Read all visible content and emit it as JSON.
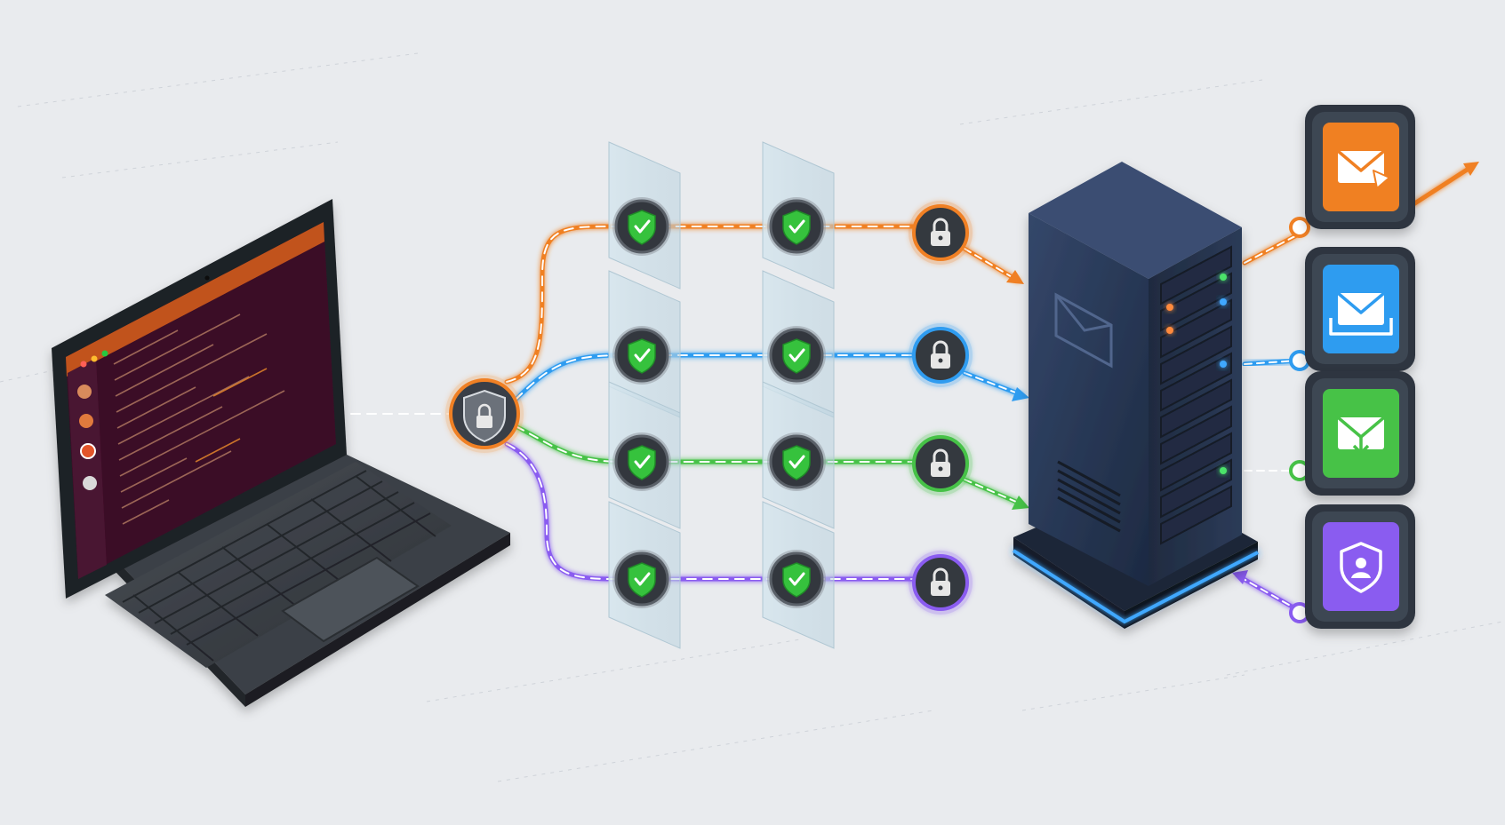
{
  "colors": {
    "background": "#e9ebee",
    "smtp_orange": "#f08024",
    "imap_blue": "#2f9cf0",
    "pop_green": "#46c247",
    "auth_purple": "#8a5cf0",
    "check_green": "#36c23d",
    "server_navy": "#26344f",
    "laptop_dark": "#2f3338",
    "terminal_bg": "#3a0f26",
    "terminal_titlebar": "#c1521f"
  },
  "laptop": {
    "screen": "ubuntu-terminal",
    "dock_icons": [
      "folder-icon",
      "files-icon",
      "ubuntu-icon",
      "app-icon"
    ]
  },
  "hub": {
    "icon": "shield-lock-icon"
  },
  "firewalls": {
    "layers": 2,
    "check_icon": "shield-check-icon"
  },
  "channels": [
    {
      "id": "orange",
      "lock_icon": "lock-icon",
      "service_icon": "mail-send-icon"
    },
    {
      "id": "blue",
      "lock_icon": "lock-icon",
      "service_icon": "mail-inbox-icon"
    },
    {
      "id": "green",
      "lock_icon": "lock-icon",
      "service_icon": "mail-download-icon"
    },
    {
      "id": "purple",
      "lock_icon": "lock-icon",
      "service_icon": "shield-user-icon"
    }
  ],
  "server": {
    "front_icon": "mail-envelope-icon",
    "status_leds": [
      "green",
      "orange",
      "orange",
      "blue",
      "green"
    ]
  }
}
